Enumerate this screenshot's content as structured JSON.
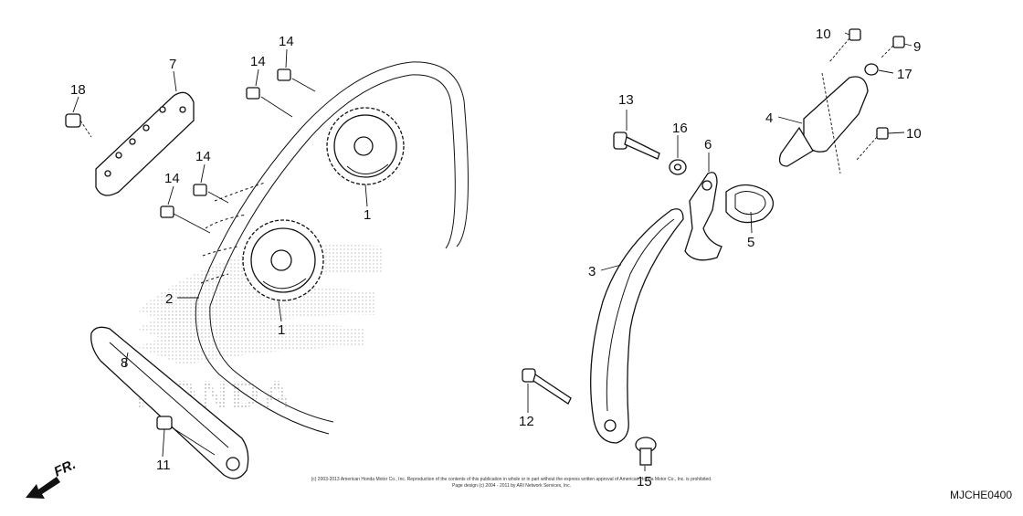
{
  "diagram": {
    "code": "MJCHE0400",
    "front_marker": "FR.",
    "watermark": "HONDA",
    "copyright": [
      "(c) 2003-2013 American Honda Motor Co., Inc. Reproduction of the contents of this publication in whole or in part without the express written approval of American Honda Motor Co., Inc. is prohibited.",
      "Page design (c) 2004 - 2011 by ARI Network Services, Inc."
    ],
    "callouts": [
      "1",
      "1",
      "2",
      "3",
      "4",
      "5",
      "6",
      "7",
      "8",
      "9",
      "10",
      "10",
      "11",
      "12",
      "13",
      "14",
      "14",
      "14",
      "14",
      "15",
      "16",
      "17",
      "18"
    ]
  }
}
